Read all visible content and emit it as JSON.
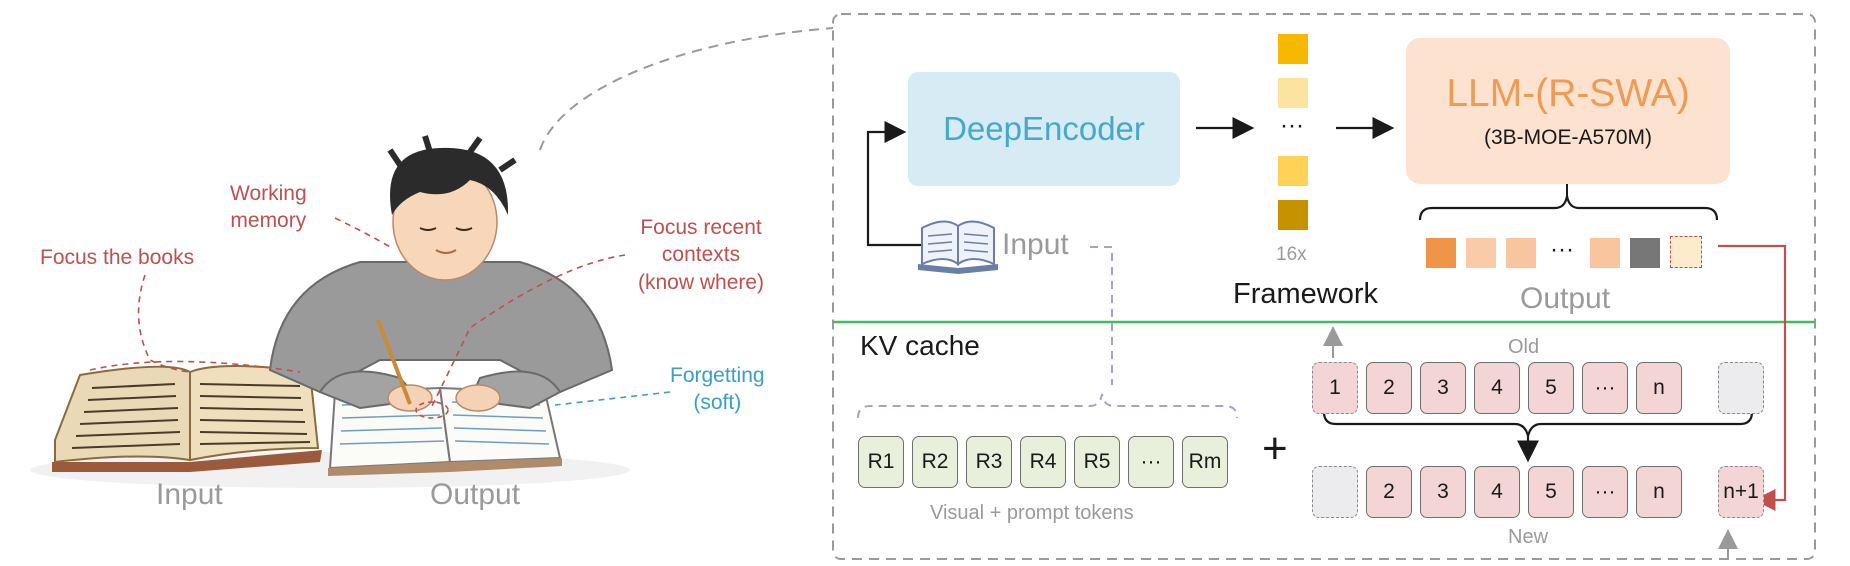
{
  "left": {
    "labels": {
      "focus_books": "Focus the books",
      "working_memory": [
        "Working",
        "memory"
      ],
      "focus_recent": [
        "Focus recent",
        "contexts",
        "(know where)"
      ],
      "forgetting": [
        "Forgetting",
        "(soft)"
      ]
    },
    "captions": {
      "input": "Input",
      "output": "Output"
    }
  },
  "framework": {
    "encoder_label": "DeepEncoder",
    "llm_title": "LLM-(R-SWA)",
    "llm_subtitle": "(3B-MOE-A570M)",
    "input_label": "Input",
    "token_ellipsis": "···",
    "compression": "16x",
    "framework_label": "Framework",
    "output_label": "Output",
    "token_colors": [
      "#f7b900",
      "#fde3a0",
      "#fdd257",
      "#fdd257",
      "#c79200"
    ],
    "output_colors": [
      "#ee9548",
      "#f9cba8",
      "#f9c59f",
      "#f9c59f",
      "#777777",
      "#fdeccb"
    ]
  },
  "kv": {
    "title": "KV cache",
    "visual_tokens": [
      "R1",
      "R2",
      "R3",
      "R4",
      "R5",
      "···",
      "Rm"
    ],
    "visual_caption": "Visual + prompt tokens",
    "plus": "+",
    "old_label": "Old",
    "old_row": [
      "1",
      "2",
      "3",
      "4",
      "5",
      "···",
      "n"
    ],
    "new_label": "New",
    "new_row": [
      "2",
      "3",
      "4",
      "5",
      "···",
      "n",
      "n+1"
    ]
  },
  "colors": {
    "divider": "#3cbf5a",
    "feedback_arrow": "#c0504d"
  }
}
